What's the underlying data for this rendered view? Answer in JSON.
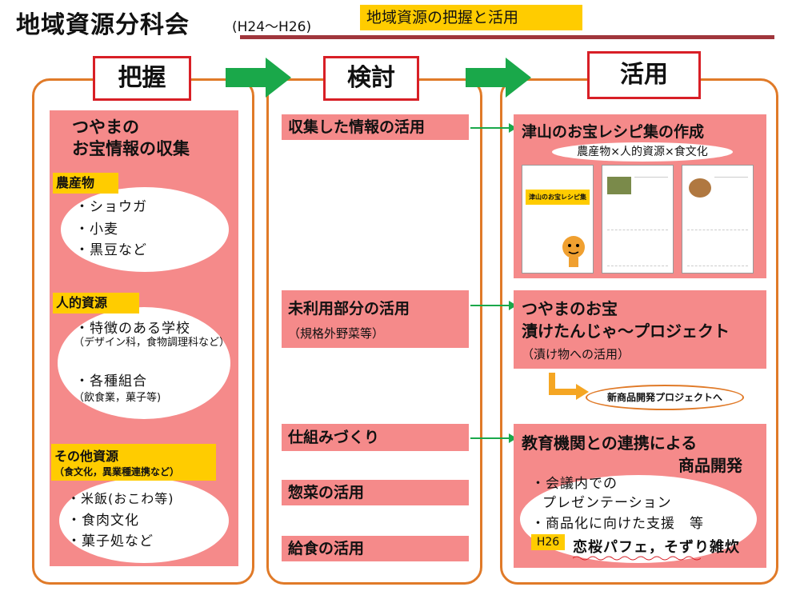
{
  "header": {
    "title": "地域資源分科会",
    "period": "(H24～H26)",
    "subtitle": "地域資源の把握と活用"
  },
  "columns": {
    "grasp": "把握",
    "review": "検討",
    "use": "活用"
  },
  "grasp": {
    "heading_line1": "つやまの",
    "heading_line2": "お宝情報の収集",
    "agri": {
      "label": "農産物",
      "items": [
        "・ショウガ",
        "・小麦",
        "・黒豆など"
      ]
    },
    "human": {
      "label": "人的資源",
      "item1": "・特徴のある学校",
      "item1_note": "（デザイン科，食物調理科など）",
      "item2": "・各種組合",
      "item2_note": "（飲食業，菓子等)"
    },
    "other": {
      "label": "その他資源",
      "note": "（食文化，異業種連携など）",
      "items": [
        "・米飯(おこわ等)",
        "・食肉文化",
        "・菓子処など"
      ]
    }
  },
  "review": {
    "item1": "収集した情報の活用",
    "item2": "未利用部分の活用",
    "item2_note": "（規格外野菜等）",
    "item3": "仕組みづくり",
    "item4": "惣菜の活用",
    "item5": "給食の活用"
  },
  "use": {
    "recipe_title": "津山のお宝レシピ集の作成",
    "recipe_note": "農産物×人的資源×食文化",
    "recipe_cover_title": "津山のお宝レシピ集",
    "pickle_line1": "つやまのお宝",
    "pickle_line2": "漬けたんじゃ～プロジェクト",
    "pickle_note": "（漬け物への活用）",
    "new_product": "新商品開発プロジェクトへ",
    "edu_title_line1": "教育機関との連携による",
    "edu_title_line2": "商品開発",
    "edu_item1_line1": "・会議内での",
    "edu_item1_line2": "プレゼンテーション",
    "edu_item2": "・商品化に向けた支援　等",
    "h26_badge": "H26",
    "h26_result": "恋桜パフェ，そずり雑炊"
  },
  "colors": {
    "pink": "#f58a8a",
    "orange_frame": "#e07a28",
    "red_border": "#d81f26",
    "yellow": "#ffcc00",
    "green_arrow": "#1aa84a",
    "rule": "#a0363c"
  }
}
